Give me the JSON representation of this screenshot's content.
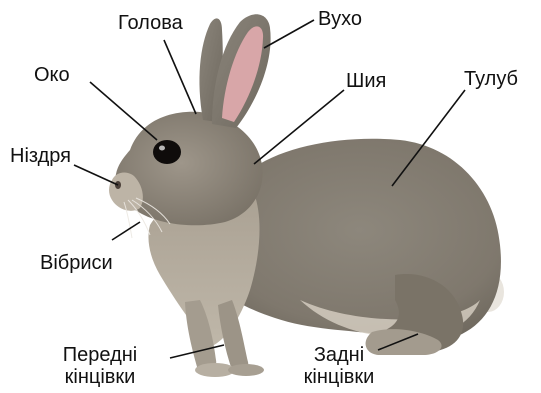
{
  "labels": {
    "head": "Голова",
    "ear": "Вухо",
    "eye": "Око",
    "neck": "Шия",
    "body": "Тулуб",
    "nostril": "Ніздря",
    "whiskers": "Вібриси",
    "front_limbs": [
      "Передні",
      "кінцівки"
    ],
    "hind_limbs": [
      "Задні",
      "кінцівки"
    ]
  },
  "colors": {
    "fur_main": "#8f887d",
    "fur_dark": "#6e675d",
    "fur_light": "#c9c1b3",
    "belly": "#e7e1d6",
    "ear_inner": "#d9a7a7",
    "eye": "#0e0b0a",
    "line": "#111111"
  }
}
